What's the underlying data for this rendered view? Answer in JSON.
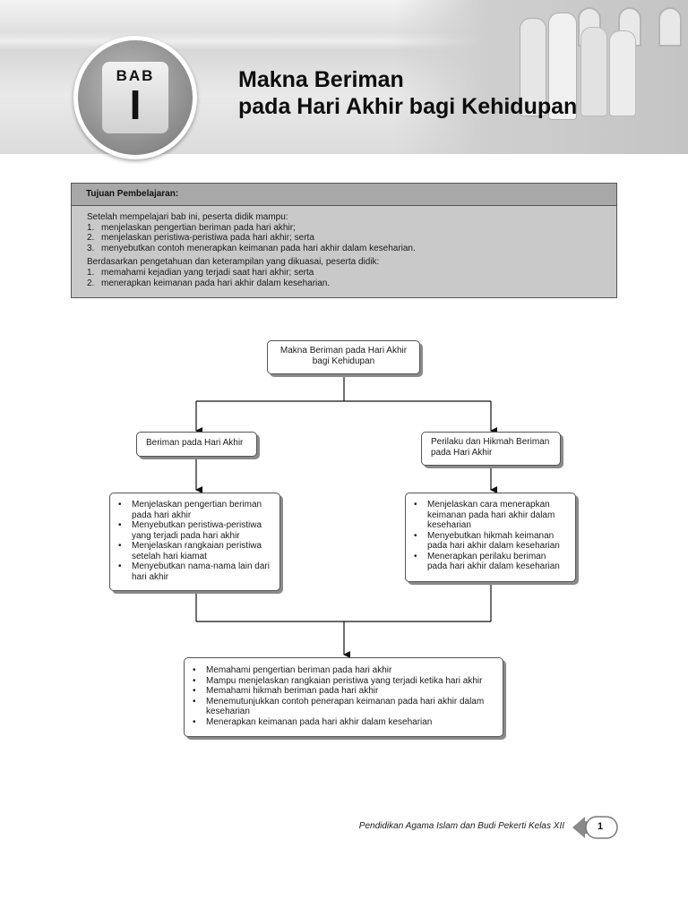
{
  "header": {
    "bab_label": "BAB",
    "bab_number": "I",
    "title_line1": "Makna Beriman",
    "title_line2": "pada Hari Akhir bagi Kehidupan"
  },
  "objectives": {
    "heading": "Tujuan Pembelajaran:",
    "intro1": "Setelah mempelajari bab ini, peserta didik mampu:",
    "list1": [
      {
        "num": "1.",
        "text": "menjelaskan pengertian beriman pada hari akhir;"
      },
      {
        "num": "2.",
        "text": "menjelaskan peristiwa-peristiwa pada hari akhir; serta"
      },
      {
        "num": "3.",
        "text": "menyebutkan contoh menerapkan keimanan pada hari akhir dalam keseharian."
      }
    ],
    "intro2": "Berdasarkan pengetahuan dan keterampilan yang dikuasai, peserta didik:",
    "list2": [
      {
        "num": "1.",
        "text": "memahami kejadian yang terjadi saat hari akhir; serta"
      },
      {
        "num": "2.",
        "text": "menerapkan keimanan pada hari akhir dalam keseharian."
      }
    ]
  },
  "diagram": {
    "top": {
      "line1": "Makna Beriman pada Hari Akhir",
      "line2": "bagi Kehidupan"
    },
    "left_title": "Beriman pada Hari Akhir",
    "right_title": {
      "line1": "Perilaku dan Hikmah Beriman",
      "line2": "pada Hari Akhir"
    },
    "left_items": [
      {
        "line1": "Menjelaskan pengertian beriman",
        "line2": "pada hari akhir"
      },
      {
        "line1": "Menyebutkan peristiwa-peristiwa",
        "line2": "yang terjadi pada hari akhir"
      },
      {
        "line1": "Menjelaskan rangkaian peristiwa",
        "line2": "setelah hari kiamat"
      },
      {
        "line1": "Menyebutkan nama-nama lain dari",
        "line2": "hari akhir"
      }
    ],
    "right_items": [
      {
        "line1": "Menjelaskan cara menerapkan",
        "line2": "keimanan pada hari akhir dalam",
        "line3": "keseharian"
      },
      {
        "line1": "Menyebutkan hikmah keimanan",
        "line2": "pada hari akhir dalam keseharian"
      },
      {
        "line1": "Menerapkan perilaku beriman",
        "line2": "pada hari akhir dalam keseharian"
      }
    ],
    "bottom_items": [
      {
        "line1": "Memahami pengertian beriman pada hari akhir"
      },
      {
        "line1": "Mampu menjelaskan rangkaian peristiwa yang terjadi ketika hari akhir"
      },
      {
        "line1": "Memahami hikmah beriman pada hari akhir"
      },
      {
        "line1": "Menemutunjukkan contoh penerapan keimanan pada hari akhir dalam",
        "line2": "keseharian"
      },
      {
        "line1": "Menerapkan keimanan pada hari akhir dalam keseharian"
      }
    ]
  },
  "footer": {
    "book_title": "Pendidikan Agama Islam dan Budi Pekerti Kelas XII",
    "page_number": "1"
  }
}
